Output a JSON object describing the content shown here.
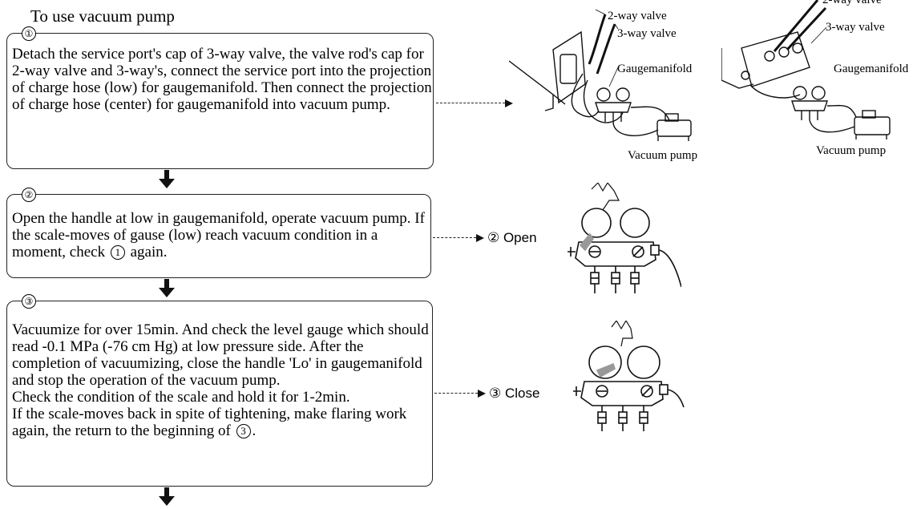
{
  "title": "To use vacuum pump",
  "steps": [
    {
      "num": "①",
      "text": "Detach the service port's cap of 3-way valve, the valve rod's cap for 2-way valve and 3-way's, connect the service port into the projection of charge hose (low) for gaugemanifold. Then connect the projection of charge hose (center) for gaugemanifold into vacuum pump."
    },
    {
      "num": "②",
      "text_before": "Open the handle at low in gaugemanifold, operate vacuum pump. If the scale-moves of gause (low) reach vacuum condition in a moment, check",
      "ref": "1",
      "text_after": "again."
    },
    {
      "num": "③",
      "line1": "Vacuumize for over 15min. And check the level gauge which should read -0.1 MPa (-76 cm Hg) at low pressure side. After the completion of vacuumizing, close the handle 'Lo' in gaugemanifold and stop the operation of the vacuum pump.",
      "line2": "Check the condition of the scale and hold it for 1-2min.",
      "line3_before": "If the scale-moves back in spite of tightening, make flaring work again, the return to the beginning of",
      "ref": "3",
      "line3_after": "."
    }
  ],
  "figure1": {
    "left": {
      "two_way_label": "2-way valve",
      "three_way_label": "3-way valve",
      "manifold_label": "Gaugemanifold",
      "pump_label": "Vacuum pump"
    },
    "right": {
      "two_way_label": "2-way valve",
      "three_way_label": "3-way valve",
      "manifold_label": "Gaugemanifold",
      "pump_label": "Vacuum pump"
    }
  },
  "callouts": {
    "open": "② Open",
    "close": "③ Close"
  }
}
